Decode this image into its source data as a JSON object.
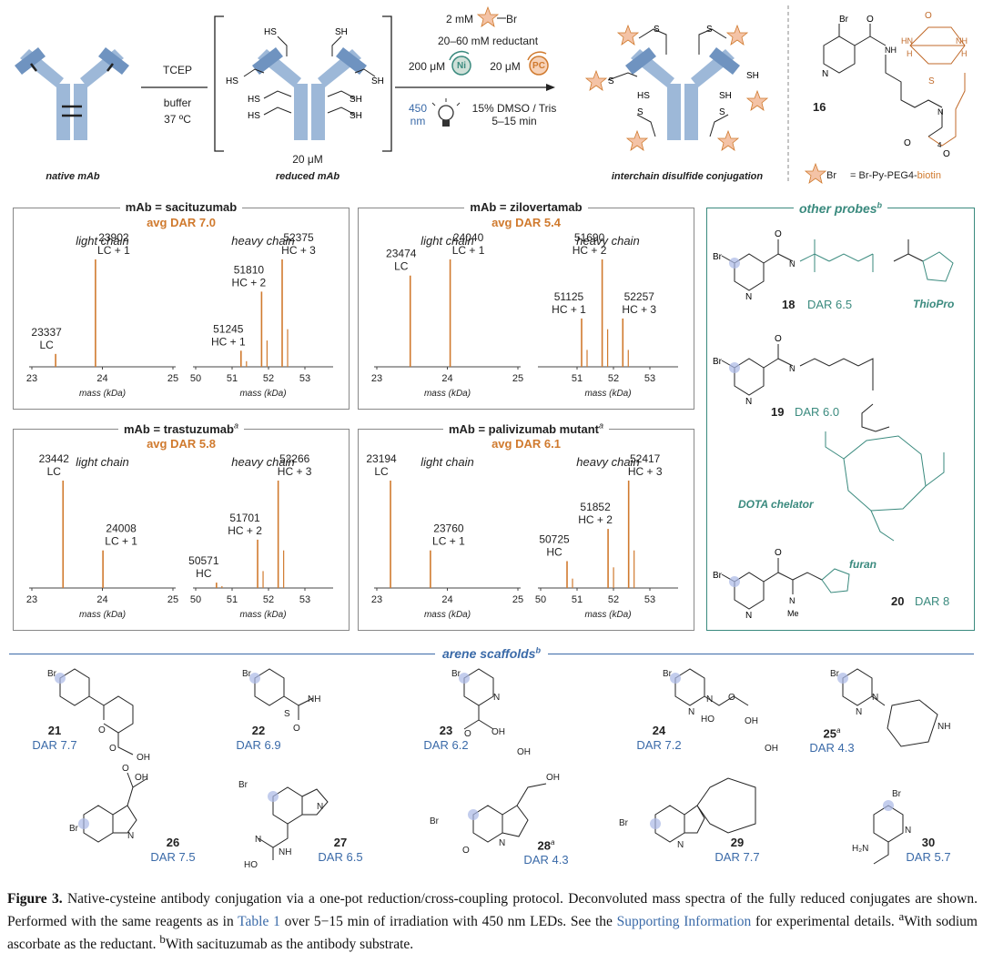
{
  "scheme": {
    "native_label": "native mAb",
    "reduced_label": "reduced mAb",
    "conj_label": "interchain disulfide conjugation",
    "step1_reagent": "TCEP",
    "step1_buffer": "buffer",
    "step1_temp": "37 ºC",
    "reduced_conc": "20 μM",
    "r_probe": "2 mM",
    "r_probe_br": "Br",
    "r_reductant": "20–60 mM reductant",
    "r_ni_conc": "200 μM",
    "r_ni": "Ni",
    "r_pc_conc": "20 μM",
    "r_pc": "PC",
    "r_light": "450",
    "r_light_unit": "nm",
    "r_solvent": "15% DMSO / Tris",
    "r_time": "5–15 min",
    "probe16_num": "16",
    "probe16_legend_br": "Br",
    "probe16_legend": "= Br-Py-PEG4-",
    "probe16_legend_biotin": "biotin"
  },
  "panels": [
    {
      "title": "mAb = sacituzumab",
      "sup": "",
      "dar": "avg DAR 7.0",
      "lc_label": "light chain",
      "hc_label": "heavy chain",
      "lc_ticks": [
        "23",
        "24",
        "25"
      ],
      "hc_ticks": [
        "50",
        "51",
        "52",
        "53"
      ],
      "xlabel": "mass (kDa)",
      "lc_peaks": [
        {
          "m": "23337",
          "t": "LC"
        },
        {
          "m": "23902",
          "t": "LC + 1"
        }
      ],
      "hc_peaks": [
        {
          "m": "51245",
          "t": "HC + 1"
        },
        {
          "m": "51810",
          "t": "HC + 2"
        },
        {
          "m": "52375",
          "t": "HC + 3"
        }
      ]
    },
    {
      "title": "mAb = zilovertamab",
      "sup": "",
      "dar": "avg DAR 5.4",
      "lc_label": "light chain",
      "hc_label": "heavy chain",
      "lc_ticks": [
        "23",
        "24",
        "25"
      ],
      "hc_ticks": [
        "51",
        "52",
        "53"
      ],
      "xlabel": "mass (kDa)",
      "lc_peaks": [
        {
          "m": "23474",
          "t": "LC"
        },
        {
          "m": "24040",
          "t": "LC + 1"
        }
      ],
      "hc_peaks": [
        {
          "m": "51125",
          "t": "HC + 1"
        },
        {
          "m": "51690",
          "t": "HC + 2"
        },
        {
          "m": "52257",
          "t": "HC + 3"
        }
      ]
    },
    {
      "title": "mAb = trastuzumab",
      "sup": "a",
      "dar": "avg DAR 5.8",
      "lc_label": "light chain",
      "hc_label": "heavy chain",
      "lc_ticks": [
        "23",
        "24",
        "25"
      ],
      "hc_ticks": [
        "50",
        "51",
        "52",
        "53"
      ],
      "xlabel": "mass (kDa)",
      "lc_peaks": [
        {
          "m": "23442",
          "t": "LC"
        },
        {
          "m": "24008",
          "t": "LC + 1"
        }
      ],
      "hc_peaks": [
        {
          "m": "50571",
          "t": "HC"
        },
        {
          "m": "51701",
          "t": "HC + 2"
        },
        {
          "m": "52266",
          "t": "HC + 3"
        }
      ]
    },
    {
      "title": "mAb = palivizumab mutant",
      "sup": "a",
      "dar": "avg DAR 6.1",
      "lc_label": "light chain",
      "hc_label": "heavy chain",
      "lc_ticks": [
        "23",
        "24",
        "25"
      ],
      "hc_ticks": [
        "50",
        "51",
        "52",
        "53"
      ],
      "xlabel": "mass (kDa)",
      "lc_peaks": [
        {
          "m": "23194",
          "t": "LC"
        },
        {
          "m": "23760",
          "t": "LC + 1"
        }
      ],
      "hc_peaks": [
        {
          "m": "50725",
          "t": "HC"
        },
        {
          "m": "51852",
          "t": "HC + 2"
        },
        {
          "m": "52417",
          "t": "HC + 3"
        }
      ]
    }
  ],
  "other_probes": {
    "title": "other probes",
    "sup": "b",
    "p18_num": "18",
    "p18_dar": "DAR 6.5",
    "p18_tag": "ThioPro",
    "p19_num": "19",
    "p19_dar": "DAR 6.0",
    "p19_tag": "DOTA chelator",
    "p20_num": "20",
    "p20_dar": "DAR 8",
    "p20_tag": "furan"
  },
  "arene": {
    "title": "arene scaffolds",
    "sup": "b",
    "compounds": [
      {
        "num": "21",
        "sup": "",
        "dar": "DAR 7.7"
      },
      {
        "num": "22",
        "sup": "",
        "dar": "DAR 6.9"
      },
      {
        "num": "23",
        "sup": "",
        "dar": "DAR 6.2"
      },
      {
        "num": "24",
        "sup": "",
        "dar": "DAR 7.2"
      },
      {
        "num": "25",
        "sup": "a",
        "dar": "DAR 4.3"
      },
      {
        "num": "26",
        "sup": "",
        "dar": "DAR 7.5"
      },
      {
        "num": "27",
        "sup": "",
        "dar": "DAR 6.5"
      },
      {
        "num": "28",
        "sup": "a",
        "dar": "DAR 4.3"
      },
      {
        "num": "29",
        "sup": "",
        "dar": "DAR 7.7"
      },
      {
        "num": "30",
        "sup": "",
        "dar": "DAR 5.7"
      }
    ]
  },
  "caption": {
    "fig": "Figure 3.",
    "t1": " Native-cysteine antibody conjugation via a one-pot reduction/cross-coupling protocol. Deconvoluted mass spectra of the fully reduced conjugates are shown. Performed with the same reagents as in ",
    "link1": "Table 1",
    "t2": " over 5−15 min of irradiation with 450 nm LEDs. See the ",
    "link2": "Supporting Information",
    "t3": " for experimental details. ",
    "fa": "a",
    "t4": "With sodium ascorbate as the reductant. ",
    "fb": "b",
    "t5": "With sacituzumab as the antibody substrate."
  },
  "colors": {
    "orange": "#d07a2e",
    "teal": "#3a8a7e",
    "blue": "#3a6aa8",
    "ab_blue": "#9db8d8",
    "ab_dark": "#6f93c0"
  }
}
